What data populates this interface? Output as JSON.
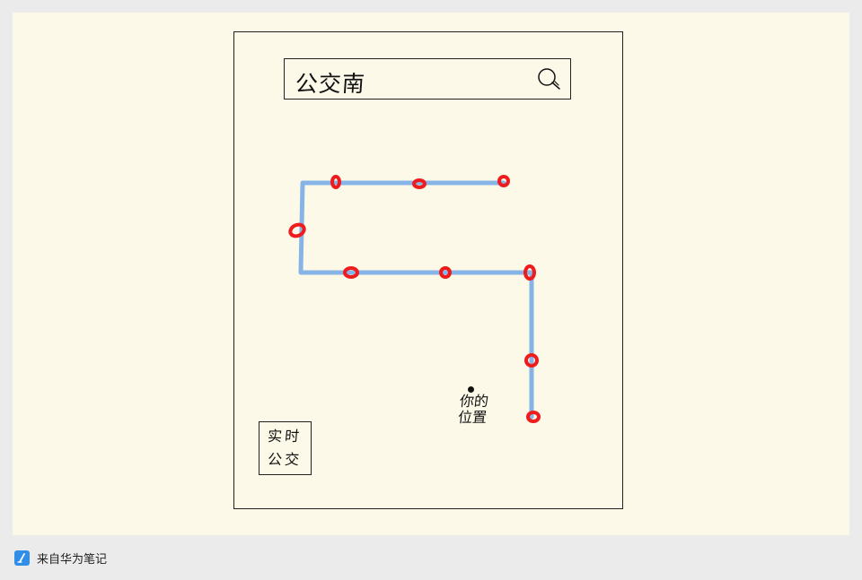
{
  "search": {
    "text": "公交南",
    "icon": "search-icon"
  },
  "route": {
    "line_color": "#87b4e6",
    "stop_color": "#ee1c1c"
  },
  "you_are_here": {
    "label_line1": "你的",
    "label_line2": "位置"
  },
  "realtime_button": {
    "line1": "实时",
    "line2": "公交"
  },
  "footer": {
    "icon": "note-app-icon",
    "text": "来自华为笔记",
    "icon_color": "#2f8ee8"
  }
}
